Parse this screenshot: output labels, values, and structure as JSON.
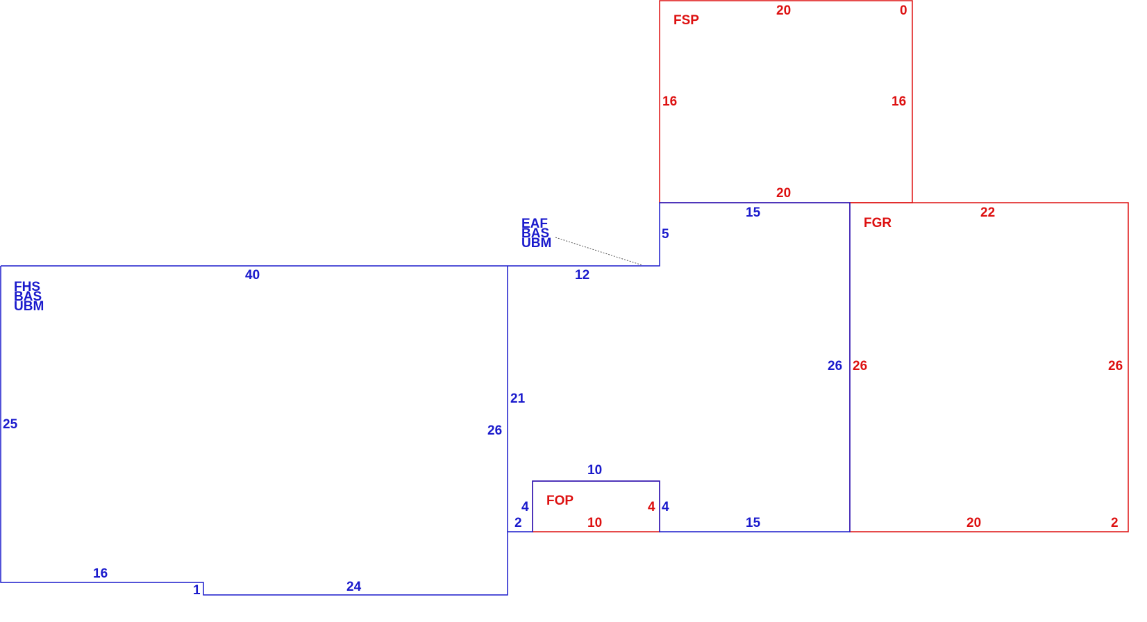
{
  "colors": {
    "main": "#1a1acc",
    "addition": "#dd1111",
    "background": "#ffffff"
  },
  "areas": {
    "main_codes": [
      "FHS",
      "BAS",
      "UBM"
    ],
    "upper_codes": [
      "EAF",
      "BAS",
      "UBM"
    ],
    "fsp": "FSP",
    "fgr": "FGR",
    "fop": "FOP"
  },
  "dims": {
    "main_top": "40",
    "main_left": "25",
    "main_right": "26",
    "main_bottom_left": "16",
    "main_step": "1",
    "main_bottom_right": "24",
    "mid_top": "12",
    "mid_left": "21",
    "mid_step_left": "4",
    "mid_step_bottom": "2",
    "mid_notch": "5",
    "mid_upper_top": "15",
    "mid_right": "26",
    "mid_bottom": "15",
    "fop_top": "10",
    "fop_bottom": "10",
    "fop_right": "4",
    "fop_right_blue": "4",
    "fsp_top": "20",
    "fsp_corner": "0",
    "fsp_left": "16",
    "fsp_right": "16",
    "fsp_bottom": "20",
    "fgr_top": "22",
    "fgr_left": "26",
    "fgr_right": "26",
    "fgr_bottom": "20",
    "fgr_corner": "2"
  }
}
